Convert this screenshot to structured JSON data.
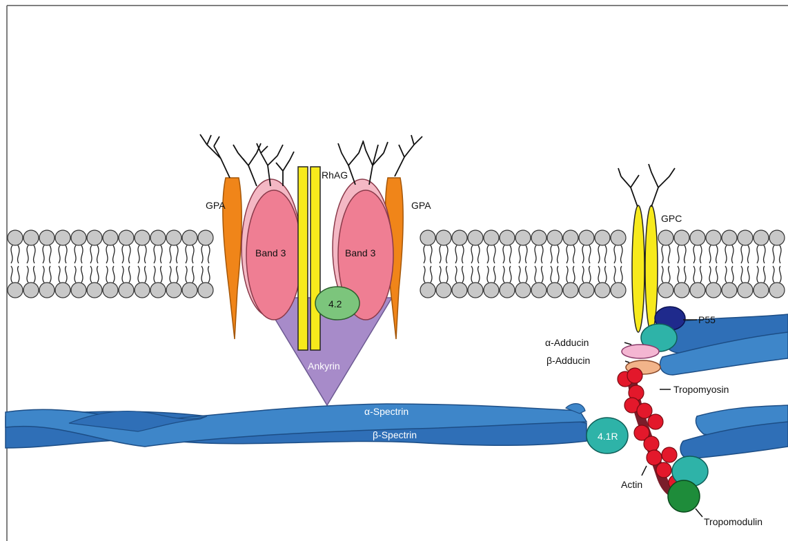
{
  "labels": {
    "gpa_left": "GPA",
    "gpa_right": "GPA",
    "rhag": "RhAG",
    "band3_left": "Band 3",
    "band3_right": "Band 3",
    "protein_42": "4.2",
    "ankyrin": "Ankyrin",
    "alpha_spectrin": "α-Spectrin",
    "beta_spectrin": "β-Spectrin",
    "gpc": "GPC",
    "p55": "P55",
    "alpha_adducin": "α-Adducin",
    "beta_adducin": "β-Adducin",
    "tropomyosin": "Tropomyosin",
    "protein_41r": "4.1R",
    "actin": "Actin",
    "tropomodulin": "Tropomodulin"
  },
  "colors": {
    "lipid_head": "#c8c8c8",
    "gpa": "#f08519",
    "band3": "#ef7e93",
    "band3_rim": "#f4b8c4",
    "rhag": "#f7ea1c",
    "protein_42": "#7cc57c",
    "ankyrin": "#a78bc9",
    "spectrin": "#2f6fb7",
    "spectrin_light": "#3e86c9",
    "protein_41r": "#2eb3a8",
    "p55": "#1f2a8c",
    "alpha_adducin": "#f4b6d2",
    "beta_adducin": "#f2b48a",
    "actin_bead": "#e3182b",
    "tropomyosin": "#7a1d2a",
    "tropomodulin": "#1e8c3a"
  }
}
